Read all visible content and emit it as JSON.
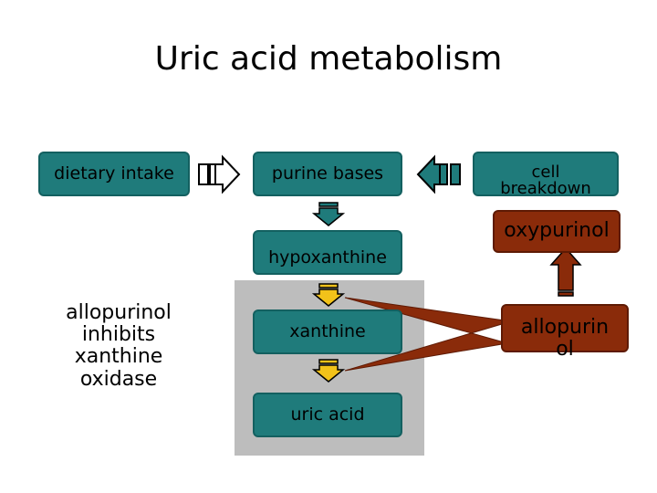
{
  "title": "Uric acid metabolism",
  "boxes": {
    "dietary_intake": "dietary intake",
    "purine_bases": "purine bases",
    "cell_breakdown": "cell breakdown",
    "hypoxanthine": "hypoxanthine",
    "xanthine": "xanthine",
    "uric_acid": "uric acid",
    "oxypurinol": "oxypurinol",
    "allopurinol_line1": "allopurin",
    "allopurinol_line2": "ol"
  },
  "note": {
    "line1": "allopurinol",
    "line2": "inhibits",
    "line3": "xanthine",
    "line4": "oxidase"
  },
  "colors": {
    "teal_box": "#1f7b7b",
    "red_box": "#8a2b0a",
    "yellow_arrow": "#f2c21a",
    "grey_panel": "#bdbdbd"
  }
}
